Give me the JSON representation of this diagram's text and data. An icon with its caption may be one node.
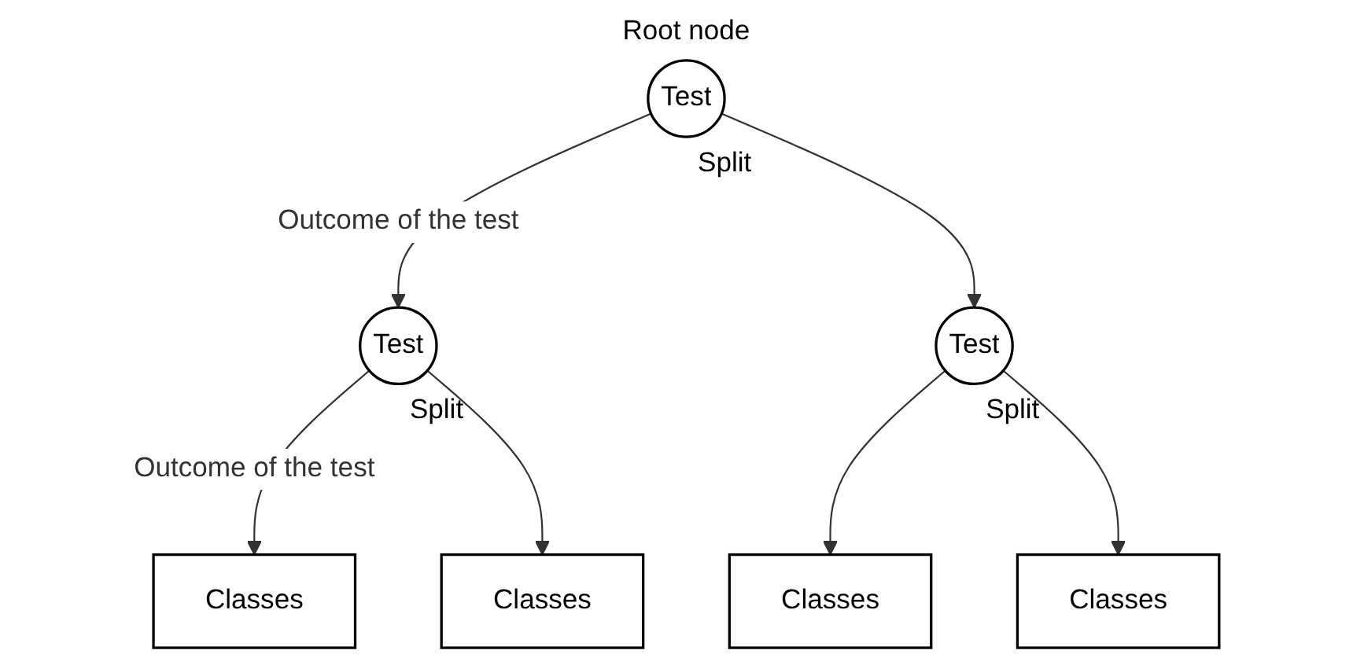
{
  "diagram": {
    "nodes": [
      {
        "text": [
          "Test"
        ],
        "beside": [
          "Root node",
          "Split"
        ]
      },
      {
        "text": [
          "Test"
        ],
        "beside": [
          "Split"
        ]
      },
      {
        "text": [
          "Test"
        ],
        "beside": [
          "Split"
        ]
      },
      {
        "text": [
          "Classes"
        ]
      },
      {
        "text": [
          "Classes"
        ]
      },
      {
        "text": [
          "Classes"
        ]
      },
      {
        "text": [
          "Classes"
        ]
      }
    ],
    "edges": [
      {
        "from": 0,
        "to": 1,
        "arrow": "to",
        "label": "Outcome of the test"
      },
      {
        "from": 0,
        "to": 2,
        "arrow": "to"
      },
      {
        "from": 1,
        "to": 3,
        "arrow": "to",
        "label": "Outcome of the test"
      },
      {
        "from": 1,
        "to": 4,
        "arrow": "to"
      },
      {
        "from": 2,
        "to": 5,
        "arrow": "to"
      },
      {
        "from": 2,
        "to": 6,
        "arrow": "to"
      }
    ]
  }
}
